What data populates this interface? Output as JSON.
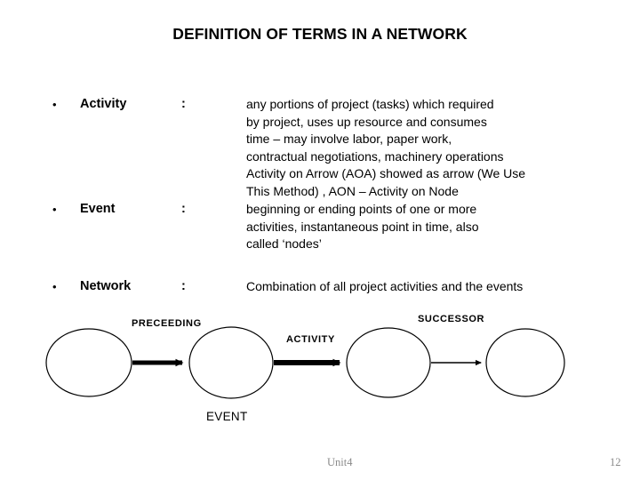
{
  "slide": {
    "title": "DEFINITION OF TERMS IN A NETWORK",
    "bullet_glyph": "•",
    "colon": ":"
  },
  "definitions": [
    {
      "term": "Activity",
      "separator": ":",
      "lines": [
        "any portions of project (tasks) which required",
        "by project, uses up resource and consumes",
        "time – may involve labor, paper work,",
        "contractual negotiations, machinery operations",
        "Activity on Arrow (AOA) showed as arrow (We Use",
        "This Method)  , AON – Activity on Node"
      ]
    },
    {
      "term": "Event",
      "separator": ":",
      "lines": [
        "beginning or ending points of one or more",
        "activities, instantaneous point in time, also",
        "called ‘nodes’"
      ]
    },
    {
      "term": "Network",
      "separator": ":",
      "lines": [
        "Combination of all project activities and the events"
      ]
    }
  ],
  "diagram": {
    "labels": {
      "preceeding": "PRECEEDING",
      "activity": "ACTIVITY",
      "successor": "SUCCESSOR",
      "event": "EVENT"
    },
    "node_count": 4,
    "arrow_count": 3,
    "stroke_color": "#000000",
    "fill_color": "#ffffff"
  },
  "footer": {
    "unit": "Unit4",
    "page_number": "12",
    "color": "#8a8a8a"
  }
}
